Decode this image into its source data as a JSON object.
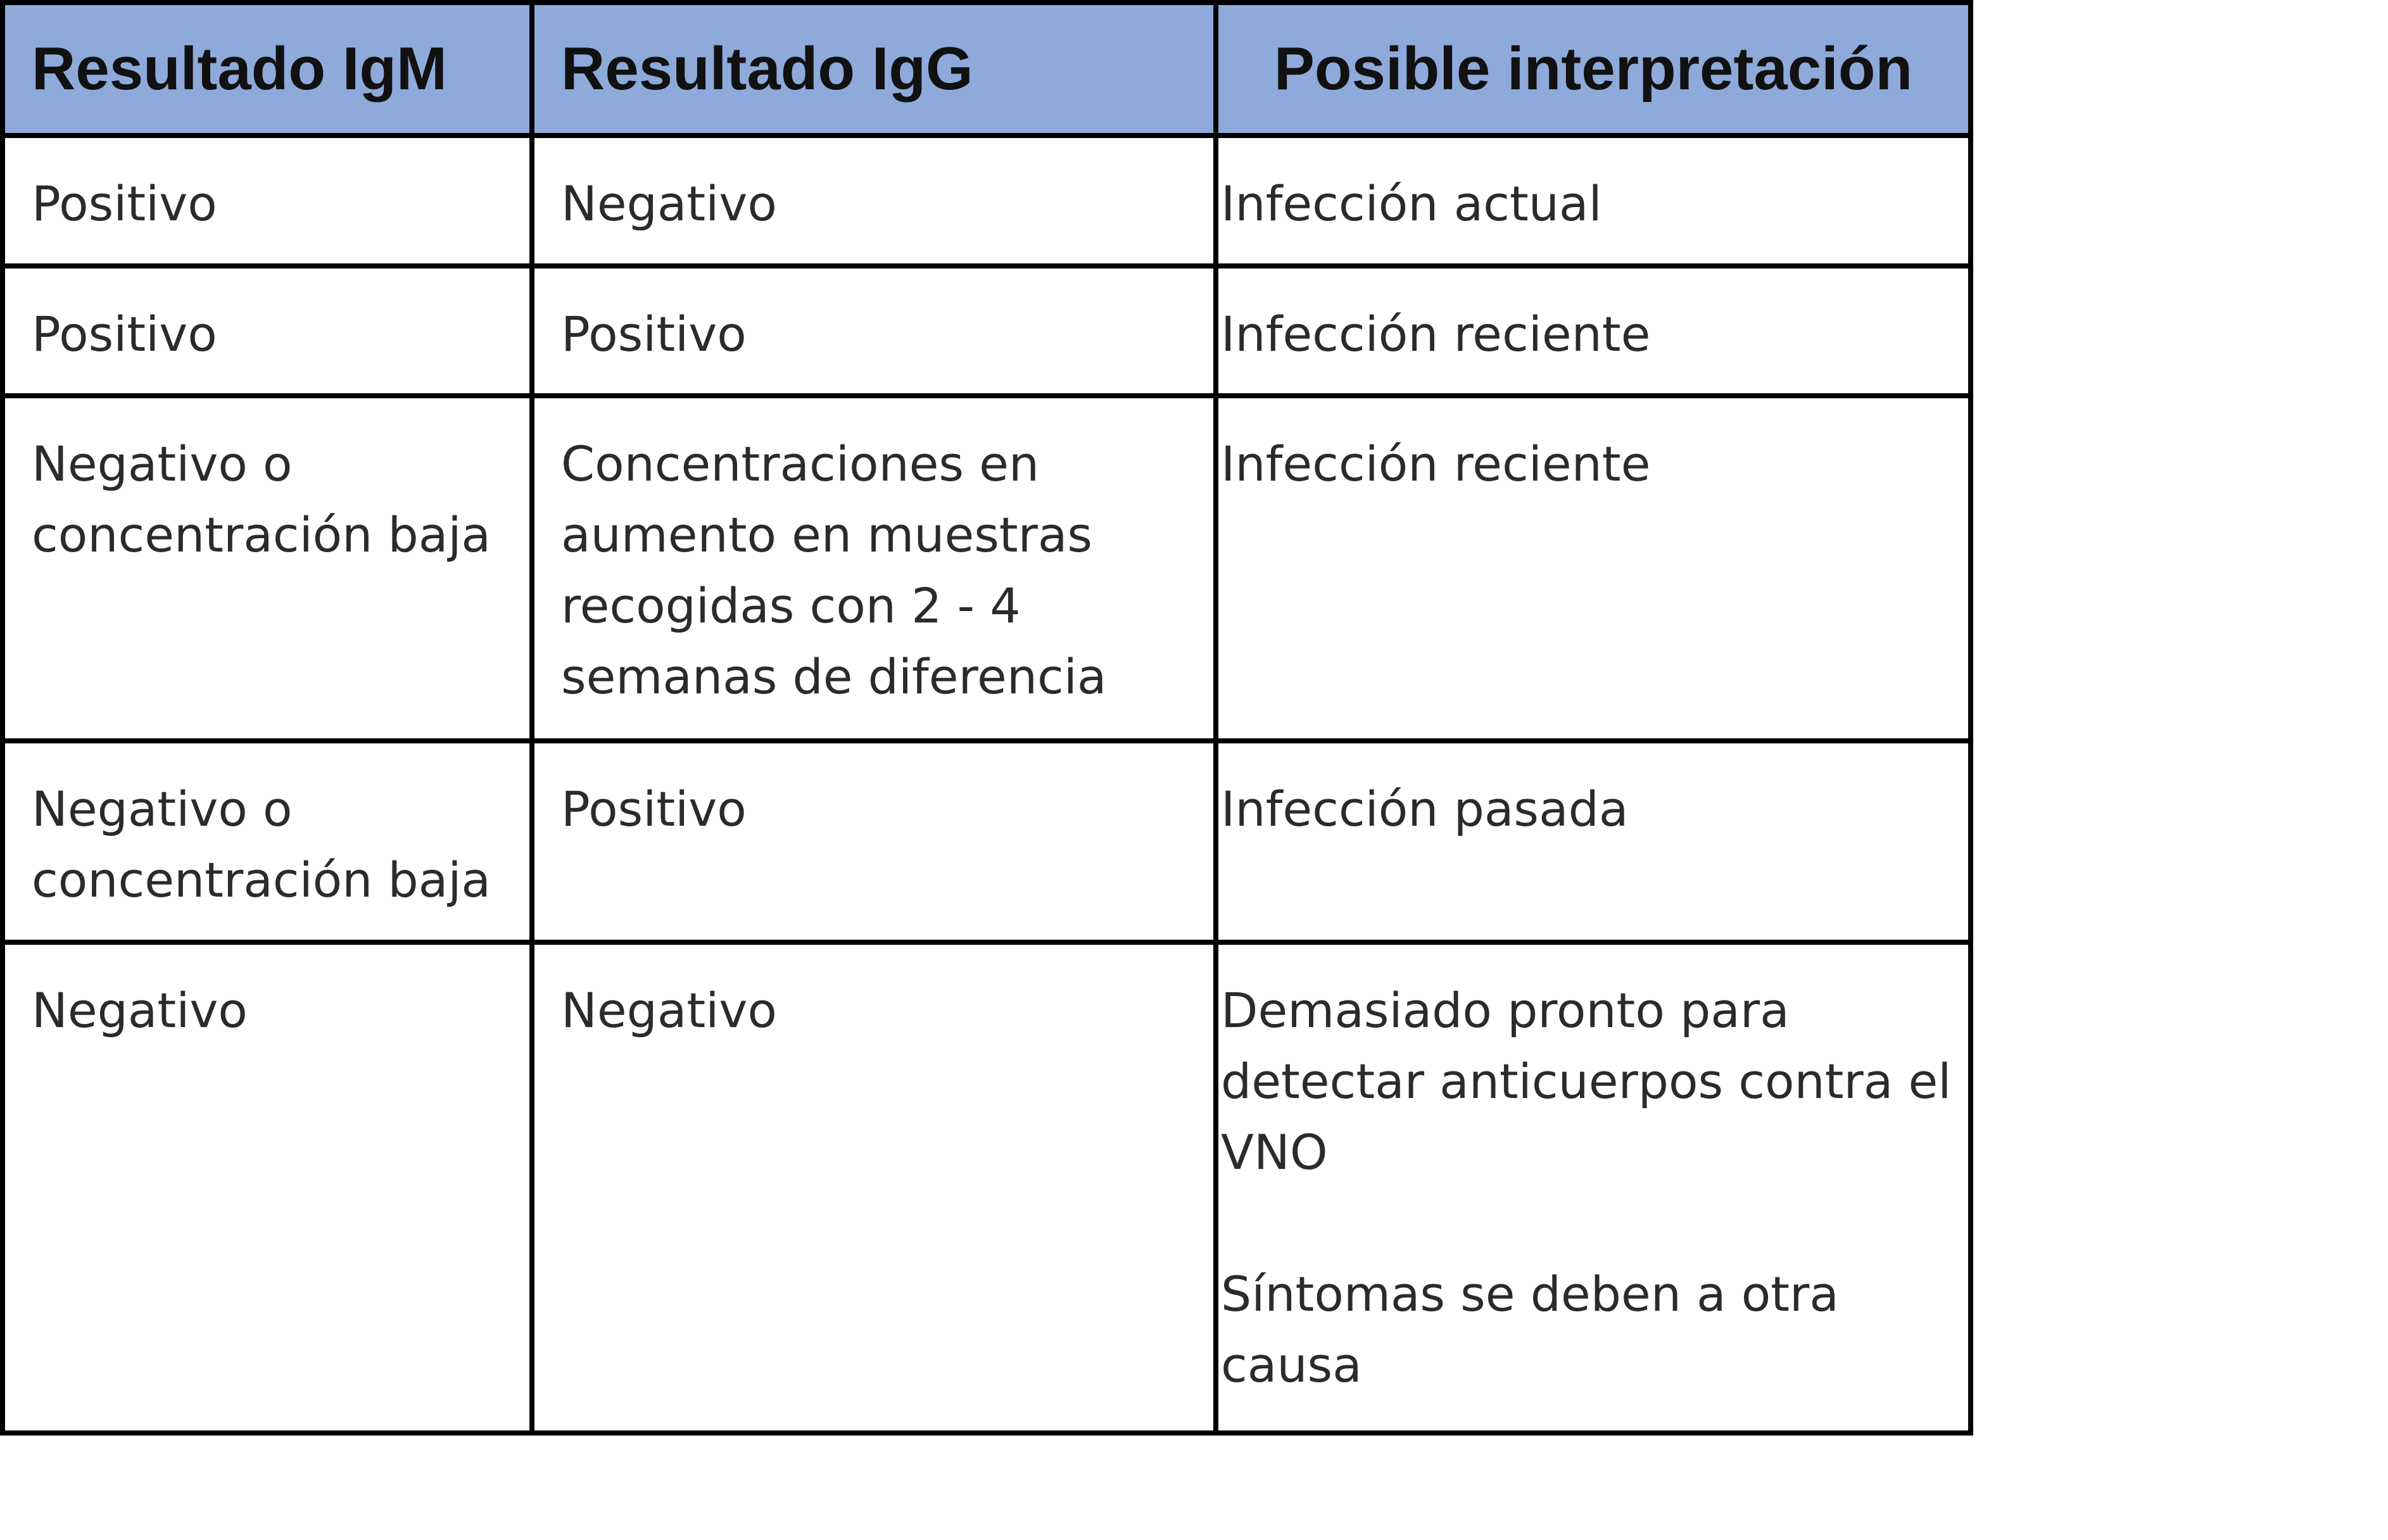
{
  "table": {
    "headers": [
      "Resultado IgM",
      "Resultado IgG",
      "Posible interpretación"
    ],
    "rows": [
      {
        "igm": [
          "Positivo"
        ],
        "igg": [
          "Negativo"
        ],
        "interpretation": [
          "Infección actual"
        ]
      },
      {
        "igm": [
          "Positivo"
        ],
        "igg": [
          "Positivo"
        ],
        "interpretation": [
          "Infección reciente"
        ]
      },
      {
        "igm": [
          "Negativo o",
          "concentración baja"
        ],
        "igg": [
          "Concentraciones en",
          "aumento en muestras",
          "recogidas con 2 - 4",
          "semanas de diferencia"
        ],
        "interpretation": [
          "Infección reciente"
        ]
      },
      {
        "igm": [
          "Negativo o",
          "concentración baja"
        ],
        "igg": [
          "Positivo"
        ],
        "interpretation": [
          "Infección pasada"
        ]
      },
      {
        "igm": [
          "Negativo"
        ],
        "igg": [
          "Negativo"
        ],
        "interpretation": [
          "Demasiado pronto para",
          "detectar anticuerpos contra el",
          "VNO",
          "Síntomas se deben a otra",
          "causa"
        ]
      }
    ]
  },
  "colors": {
    "header_background": "#8eaadb",
    "border": "#000000",
    "text": "#2b2b2b"
  }
}
